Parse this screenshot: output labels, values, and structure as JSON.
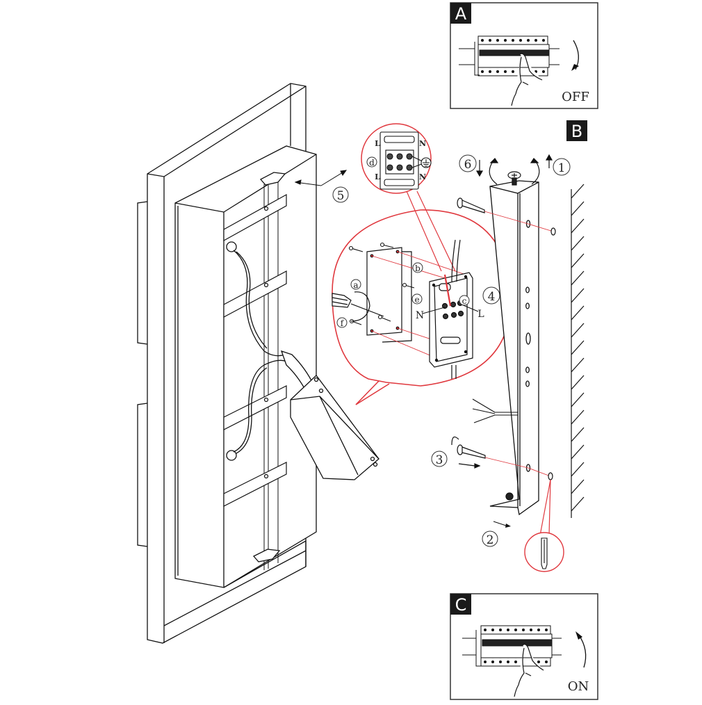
{
  "document": {
    "type": "installation-diagram",
    "subject": "wall light mounting instructions"
  },
  "panels": {
    "A": {
      "letter": "A",
      "caption": "OFF",
      "description": "switch off circuit breaker"
    },
    "B": {
      "letter": "B",
      "description": "mounting steps"
    },
    "C": {
      "letter": "C",
      "caption": "ON",
      "description": "switch on circuit breaker"
    }
  },
  "steps": [
    {
      "id": "step-1",
      "label": "1"
    },
    {
      "id": "step-2",
      "label": "2"
    },
    {
      "id": "step-3",
      "label": "3"
    },
    {
      "id": "step-4",
      "label": "4"
    },
    {
      "id": "step-5",
      "label": "5"
    },
    {
      "id": "step-6",
      "label": "6"
    }
  ],
  "sub_steps": {
    "a": "a",
    "b": "b",
    "c": "c",
    "d": "d",
    "e": "e",
    "f": "f"
  },
  "terminal_labels": {
    "live_top": "L",
    "neutral_top": "N",
    "live_bottom": "L",
    "neutral_bottom": "N",
    "neutral_wire": "N",
    "live_wire": "L"
  },
  "colors": {
    "line": "#111111",
    "callout": "#e0383e",
    "badge_bg": "#1a1a1a",
    "badge_fg": "#ffffff"
  }
}
